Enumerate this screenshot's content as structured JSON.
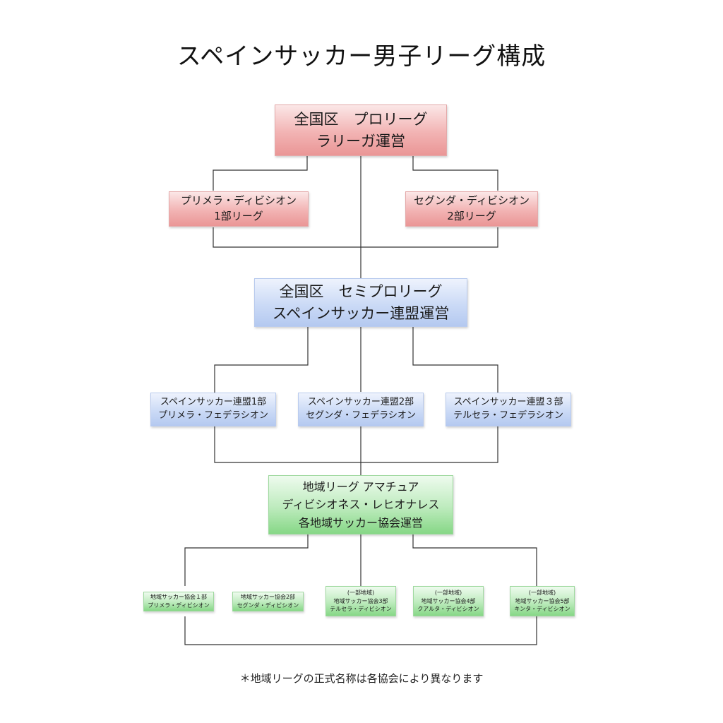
{
  "title": "スペインサッカー男子リーグ構成",
  "top": {
    "line1": "全国区　プロリーグ",
    "line2": "ラリーガ運営",
    "div1": {
      "line1": "プリメラ・ディビシオン",
      "line2": "1部リーグ"
    },
    "div2": {
      "line1": "セグンダ・ディビシオン",
      "line2": "2部リーグ"
    }
  },
  "middle": {
    "line1": "全国区　セミプロリーグ",
    "line2": "スペインサッカー連盟運営",
    "fed1": {
      "line1": "スペインサッカー連盟1部",
      "line2": "プリメラ・フェデラシオン"
    },
    "fed2": {
      "line1": "スペインサッカー連盟2部",
      "line2": "セグンダ・フェデラシオン"
    },
    "fed3": {
      "line1": "スペインサッカー連盟３部",
      "line2": "テルセラ・フェデラシオン"
    }
  },
  "regional": {
    "line1": "地域リーグ アマチュア",
    "line2": "ディビシオネス・レヒオナレス",
    "line3": "各地域サッカー協会運営",
    "r1": {
      "line1": "地域サッカー協会１部",
      "line2": "プリメラ・ディビシオン"
    },
    "r2": {
      "line1": "地域サッカー協会2部",
      "line2": "セグンダ・ディビシオン"
    },
    "r3": {
      "line0": "(一部地域)",
      "line1": "地域サッカー協会3部",
      "line2": "テルセラ・ディビシオン"
    },
    "r4": {
      "line0": "(一部地域)",
      "line1": "地域サッカー協会4部",
      "line2": "クアルタ・ディビシオン"
    },
    "r5": {
      "line0": "(一部地域)",
      "line1": "地域サッカー協会5部",
      "line2": "キンタ・ディビシオン"
    }
  },
  "footnote": "＊地域リーグの正式名称は各協会により異なります",
  "colors": {
    "pro": "#f2b3b3",
    "semipro": "#cbdaf6",
    "amateur": "#bdebbd",
    "connector": "#333333"
  }
}
